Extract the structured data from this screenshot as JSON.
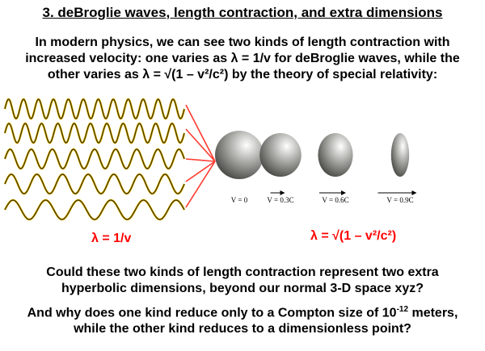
{
  "title": "3. deBroglie waves, length contraction, and extra dimensions",
  "intro": [
    "In modern physics, we can see two kinds of length contraction with",
    "increased velocity: one varies as λ = 1/v for deBroglie waves, while the",
    "other varies as λ = √(1 – v²/c²) by the theory of special relativity:"
  ],
  "figure": {
    "wave_cycles": [
      12,
      11,
      8.5,
      7,
      5.5
    ],
    "wave_color": "#3a2a00",
    "connector_color": "#ff3b30",
    "spheres": [
      {
        "label": "V = 0",
        "velocity_fraction_c": 0
      },
      {
        "label": "V = 0.3C",
        "velocity_fraction_c": 0.3
      },
      {
        "label": "V = 0.6C",
        "velocity_fraction_c": 0.6
      },
      {
        "label": "V = 0.9C",
        "velocity_fraction_c": 0.9
      }
    ]
  },
  "formula_debroglie": "λ = 1/v",
  "formula_relativity": "λ = √(1 – v²/c²)",
  "question1": [
    "Could these two kinds of length contraction represent two extra",
    "hyperbolic dimensions, beyond our normal 3-D space xyz?"
  ],
  "question2": [
    "And why does one kind reduce only to a Compton size of 10",
    "-12",
    " meters,",
    "while the other kind reduces to a dimensionless point?"
  ]
}
